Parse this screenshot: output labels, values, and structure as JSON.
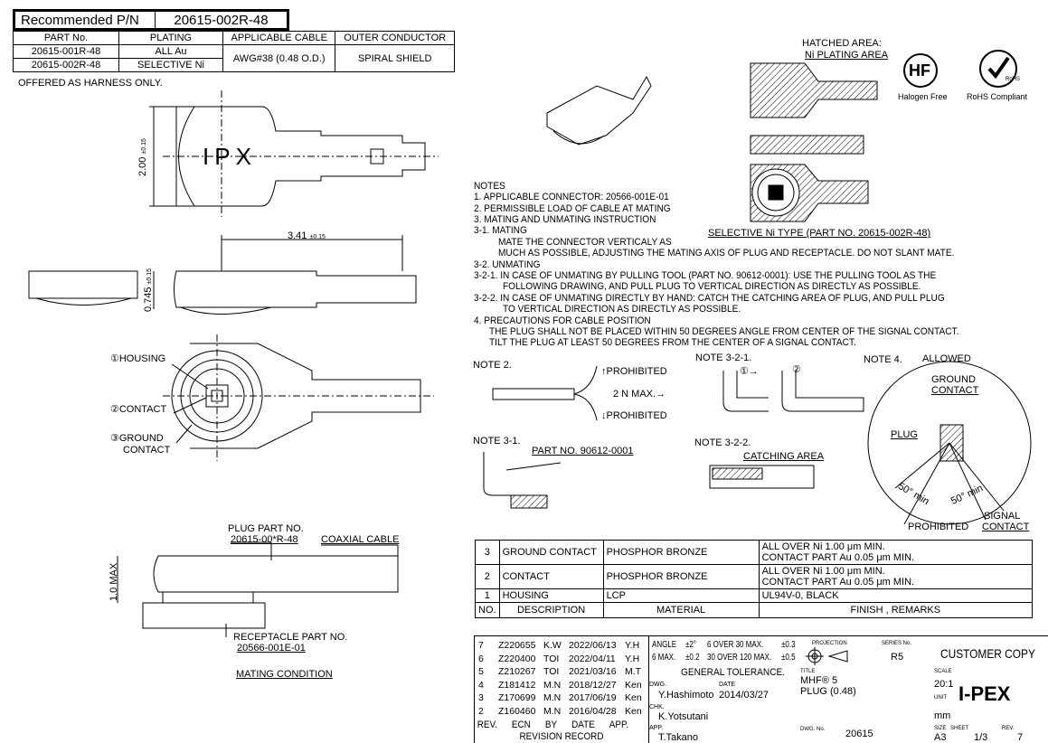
{
  "header": {
    "recommended_label": "Recommended P/N",
    "recommended_value": "20615-002R-48",
    "columns": [
      "PART No.",
      "PLATING",
      "APPLICABLE CABLE",
      "OUTER CONDUCTOR"
    ],
    "rows": [
      {
        "part": "20615-001R-48",
        "plating": "ALL Au"
      },
      {
        "part": "20615-002R-48",
        "plating": "SELECTIVE Ni"
      }
    ],
    "cable": "AWG#38 (0.48 O.D.)",
    "outer": "SPIRAL SHIELD",
    "offered": "OFFERED AS HARNESS ONLY."
  },
  "drawing": {
    "ipx": "IPX",
    "dim_width": "2.00",
    "dim_width_tol": "±0.15",
    "dim_length": "3.41",
    "dim_length_tol": "±0.15",
    "dim_height": "0.745",
    "dim_height_tol": "±0.15",
    "housing": "①HOUSING",
    "contact": "②CONTACT",
    "ground_1": "③GROUND",
    "ground_2": "CONTACT",
    "plug_part_1": "PLUG PART NO.",
    "plug_part_2": "20615-00*R-48",
    "coax": "COAXIAL CABLE",
    "max_height": "1.0 MAX",
    "recept_1": "RECEPTACLE PART NO.",
    "recept_2": "20566-001E-01",
    "mating_condition": "MATING CONDITION",
    "hatched_1": "HATCHED AREA:",
    "hatched_2": "Ni PLATING AREA",
    "hf": "HF",
    "halogen_free": "Halogen Free",
    "rohs": "RoHS",
    "rohs_compliant": "RoHS Compliant",
    "selective_type": "SELECTIVE Ni TYPE (PART NO. 20615-002R-48)"
  },
  "notes": [
    "NOTES",
    "1. APPLICABLE CONNECTOR: 20566-001E-01",
    "2. PERMISSIBLE LOAD OF CABLE AT MATING",
    "3. MATING AND UNMATING INSTRUCTION",
    "3-1. MATING",
    "MATE THE CONNECTOR VERTICALY AS",
    "MUCH AS POSSIBLE, ADJUSTING THE MATING AXIS OF PLUG AND RECEPTACLE. DO NOT SLANT MATE.",
    "3-2. UNMATING",
    "3-2-1. IN CASE OF UNMATING BY PULLING TOOL (PART NO. 90612-0001): USE THE PULLING TOOL AS THE",
    "FOLLOWING DRAWING, AND PULL PLUG TO VERTICAL DIRECTION AS DIRECTLY AS POSSIBLE.",
    "3-2-2. IN CASE OF UNMATING DIRECTLY BY HAND: CATCH THE CATCHING AREA OF PLUG, AND PULL PLUG",
    "TO VERTICAL DIRECTION AS DIRECTLY AS POSSIBLE.",
    "4. PRECAUTIONS FOR CABLE POSITION",
    "THE PLUG SHALL NOT BE PLACED WITHIN 50 DEGREES ANGLE FROM CENTER OF THE SIGNAL CONTACT.",
    "TILT THE PLUG AT LEAST 50 DEGREES FROM THE CENTER OF A SIGNAL CONTACT."
  ],
  "figures": {
    "note2": "NOTE 2.",
    "prohibited": "PROHIBITED",
    "load": "2 N MAX.→",
    "note321": "NOTE 3-2-1.",
    "step1": "①→",
    "step2": "②",
    "note4": "NOTE 4.",
    "allowed": "ALLOWED",
    "ground_contact_1": "GROUND",
    "ground_contact_2": "CONTACT",
    "plug": "PLUG",
    "angle": "50°",
    "min": "min",
    "signal_1": "SIGNAL",
    "signal_2": "CONTACT",
    "note31": "NOTE 3-1.",
    "tool_part": "PART NO. 90612-0001",
    "note322": "NOTE 3-2-2.",
    "catching": "CATCHING AREA"
  },
  "materials": {
    "rows": [
      {
        "no": "3",
        "desc": "GROUND CONTACT",
        "mat": "PHOSPHOR BRONZE",
        "fin1": "ALL OVER Ni 1.00 μm MIN.",
        "fin2": "CONTACT PART  Au 0.05 μm MIN."
      },
      {
        "no": "2",
        "desc": "CONTACT",
        "mat": "PHOSPHOR BRONZE",
        "fin1": "ALL OVER Ni 1.00 μm MIN.",
        "fin2": "CONTACT PART  Au 0.05 μm MIN."
      },
      {
        "no": "1",
        "desc": "HOUSING",
        "mat": "LCP",
        "fin1": "UL94V-0, BLACK",
        "fin2": ""
      }
    ],
    "headers": [
      "NO.",
      "DESCRIPTION",
      "MATERIAL",
      "FINISH , REMARKS"
    ]
  },
  "revisions": {
    "rows": [
      [
        "7",
        "Z220655",
        "K.W",
        "2022/06/13",
        "Y.H"
      ],
      [
        "6",
        "Z220400",
        "TOI",
        "2022/04/11",
        "Y.H"
      ],
      [
        "5",
        "Z210267",
        "TOI",
        "2021/03/16",
        "M.T"
      ],
      [
        "4",
        "Z181412",
        "M.N",
        "2018/12/27",
        "Ken"
      ],
      [
        "3",
        "Z170699",
        "M.N",
        "2017/06/19",
        "Ken"
      ],
      [
        "2",
        "Z160460",
        "M.N",
        "2016/04/28",
        "Ken"
      ]
    ],
    "headers": [
      "REV.",
      "ECN",
      "BY",
      "DATE",
      "APP."
    ],
    "caption": "REVISION RECORD"
  },
  "title_block": {
    "angle": "ANGLE",
    "angle_tol": "±2°",
    "six_max": "6 MAX.",
    "six_tol": "±0.2",
    "r1": "6 OVER 30 MAX.",
    "r1_tol": "±0.3",
    "r2": "30 OVER 120 MAX.",
    "r2_tol": "±0.5",
    "general_tolerance": "GENERAL TOLERANCE.",
    "projection": "PROJECTION",
    "series_label": "SERIES No.",
    "series": "R5",
    "customer_copy": "CUSTOMER COPY",
    "title_label": "TITLE",
    "title_1": "MHF® 5",
    "title_2": "PLUG (0.48)",
    "dwg_label": "DWG.",
    "drawn_by": "Y.Hashimoto",
    "date_label": "DATE",
    "date": "2014/03/27",
    "chk_label": "CHK.",
    "checked_by": "K.Yotsutani",
    "app_label": "APP.",
    "approved_by": "T.Takano",
    "dwg_no_label": "DWG. No.",
    "dwg_no": "20615",
    "scale_label": "SCALE",
    "scale": "20:1",
    "unit_label": "UNIT",
    "unit": "mm",
    "size_label": "SIZE",
    "size": "A3",
    "sheet_label": "SHEET",
    "sheet": "1/3",
    "rev_label": "REV.",
    "rev": "7",
    "logo": "I-PEX"
  }
}
